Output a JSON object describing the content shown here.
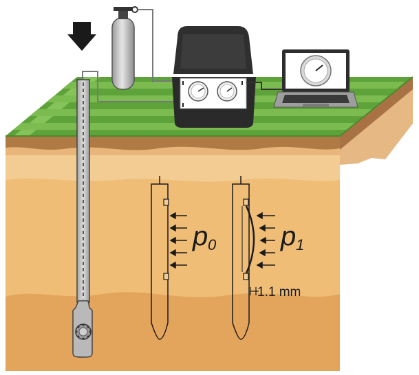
{
  "labels": {
    "p0_main": "p",
    "p0_sub": "0",
    "p1_main": "p",
    "p1_sub": "1",
    "displacement": "1.1 mm"
  },
  "icons": {
    "push_arrow": "down-arrow-icon",
    "gas_cylinder": "gas-cylinder-icon",
    "control_unit": "pressure-gauge-box",
    "laptop": "laptop-icon",
    "probe": "dilatometer-blade"
  },
  "colors": {
    "grass": "#63a63c",
    "soil_top": "#f2c98c",
    "soil_mid": "#efbf79",
    "soil_deep": "#e4a65e",
    "steel": "#c8c8c8",
    "box": "#2f2f2f"
  }
}
